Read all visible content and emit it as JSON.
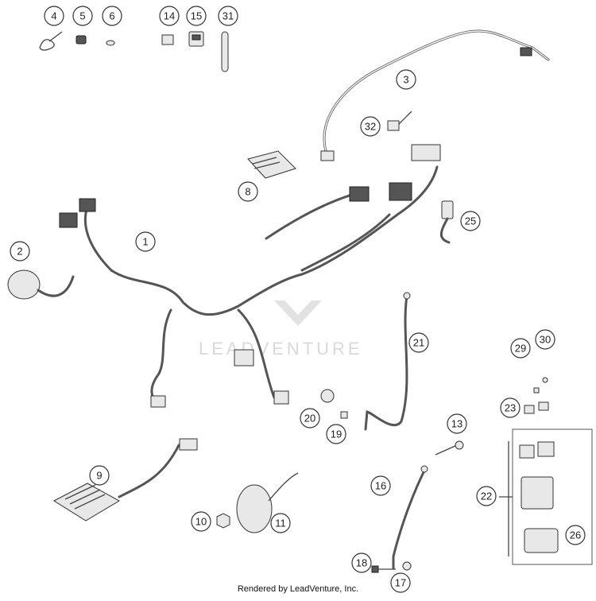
{
  "callouts": [
    {
      "label": "4"
    },
    {
      "label": "5"
    },
    {
      "label": "6"
    },
    {
      "label": "14"
    },
    {
      "label": "15"
    },
    {
      "label": "31"
    },
    {
      "label": "3"
    },
    {
      "label": "32"
    },
    {
      "label": "8"
    },
    {
      "label": "2"
    },
    {
      "label": "1"
    },
    {
      "label": "25"
    },
    {
      "label": "21"
    },
    {
      "label": "30"
    },
    {
      "label": "29"
    },
    {
      "label": "23"
    },
    {
      "label": "20"
    },
    {
      "label": "19"
    },
    {
      "label": "13"
    },
    {
      "label": "9"
    },
    {
      "label": "16"
    },
    {
      "label": "22"
    },
    {
      "label": "10"
    },
    {
      "label": "11"
    },
    {
      "label": "26"
    },
    {
      "label": "18"
    },
    {
      "label": "17"
    }
  ],
  "watermark": "LEADVENTURE",
  "footer": "Rendered by LeadVenture, Inc."
}
